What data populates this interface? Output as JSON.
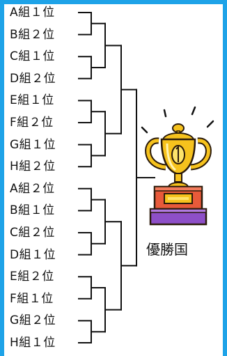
{
  "teams": [
    "A組１位",
    "B組２位",
    "C組１位",
    "D組２位",
    "E組１位",
    "F組２位",
    "G組１位",
    "H組２位",
    "A組２位",
    "B組１位",
    "C組２位",
    "D組１位",
    "E組２位",
    "F組１位",
    "G組２位",
    "H組１位"
  ],
  "champion_label": "優勝国",
  "colors": {
    "frame": "#1ea3e8",
    "bracket_line": "#111111",
    "trophy_gold": "#f6c21d",
    "trophy_outline": "#2a1a0a",
    "base_red": "#e85a3a",
    "base_purple": "#8e4fc8"
  },
  "icons": {
    "trophy": "trophy-icon"
  }
}
